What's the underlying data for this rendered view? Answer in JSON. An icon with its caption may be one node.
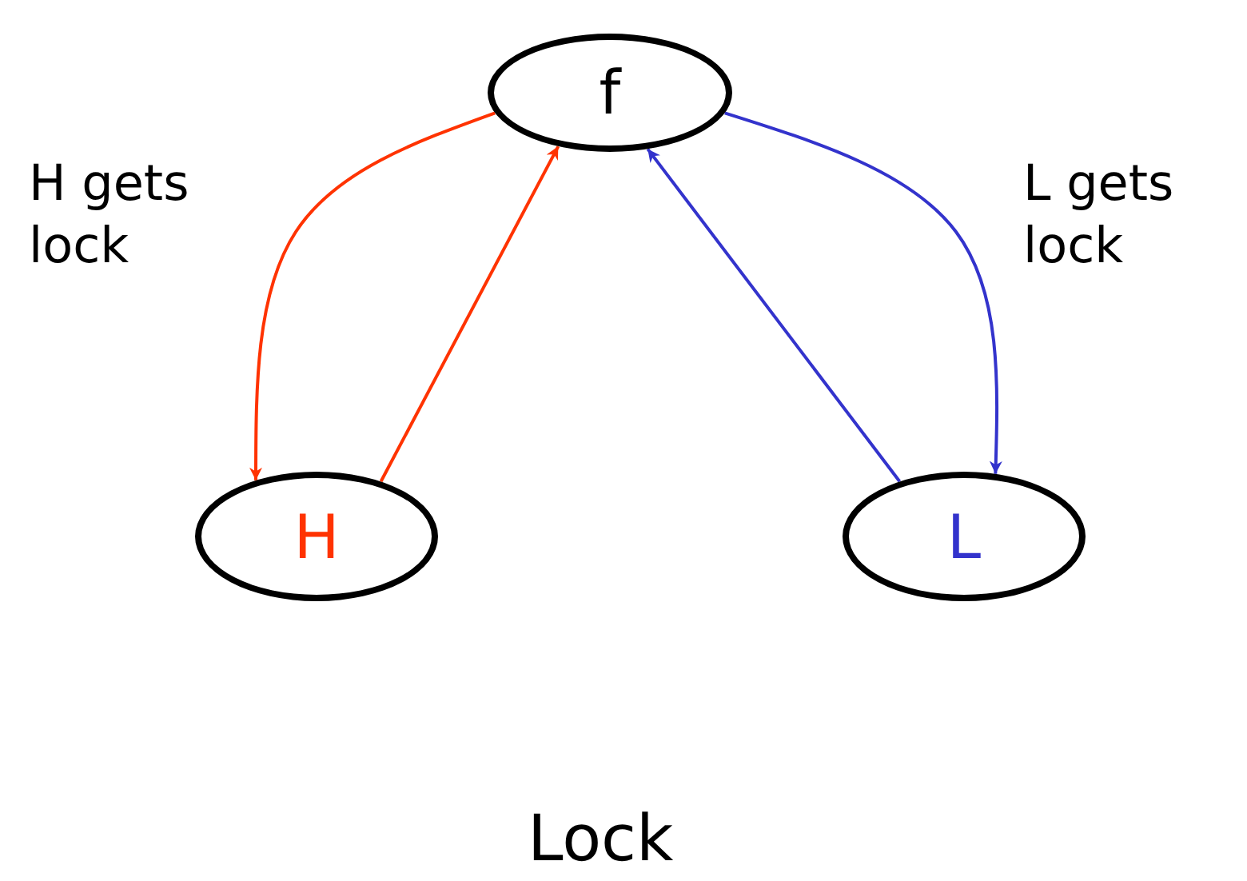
{
  "diagram": {
    "caption": "Lock",
    "nodes": [
      {
        "text": [
          "f"
        ]
      },
      {
        "text": [
          "H"
        ]
      },
      {
        "text": [
          "L"
        ]
      }
    ],
    "edges": [
      {
        "from": 0,
        "to": 1,
        "arrow": "to",
        "color": "#ff3300"
      },
      {
        "from": 1,
        "to": 0,
        "arrow": "to",
        "color": "#ff3300"
      },
      {
        "from": 2,
        "to": 0,
        "arrow": "to",
        "color": "#3333cc"
      },
      {
        "from": 0,
        "to": 2,
        "arrow": "to",
        "color": "#3333cc"
      }
    ],
    "labels": [
      "H gets lock",
      "L gets lock"
    ]
  }
}
